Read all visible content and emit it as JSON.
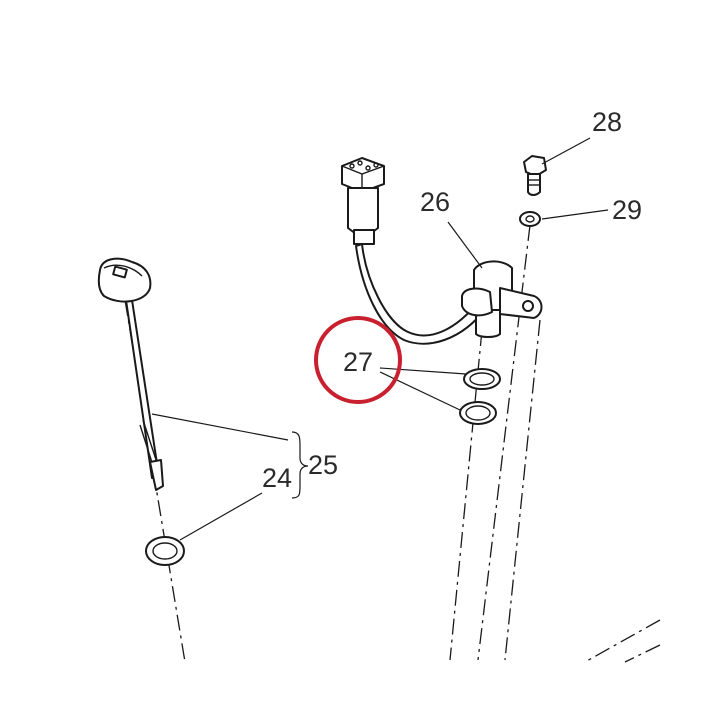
{
  "labels": {
    "p24": "24",
    "p25": "25",
    "p26": "26",
    "p27": "27",
    "p28": "28",
    "p29": "29"
  },
  "highlight": {
    "target": "27",
    "color": "#c8202e"
  },
  "colors": {
    "line": "#1a1a1a",
    "text": "#2b2b2b",
    "background": "#ffffff"
  }
}
